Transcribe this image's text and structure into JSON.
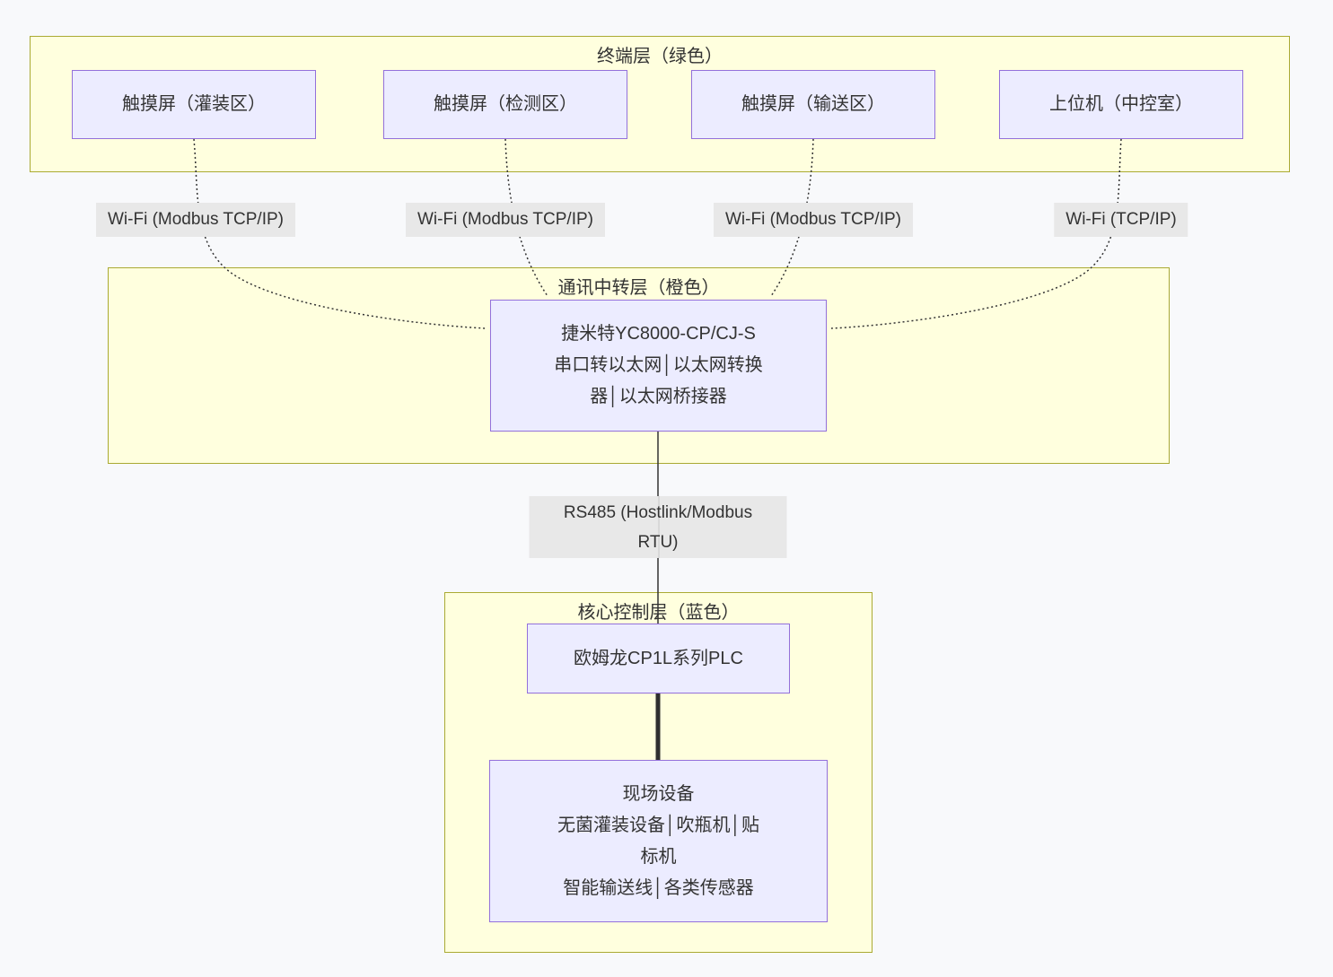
{
  "page": {
    "background": "#f8f9fb"
  },
  "layers": {
    "terminal": {
      "title": "终端层（绿色）"
    },
    "relay": {
      "title": "通讯中转层（橙色）"
    },
    "core": {
      "title": "核心控制层（蓝色）"
    }
  },
  "nodes": {
    "hmi_filling": {
      "label": "触摸屏（灌装区）"
    },
    "hmi_detection": {
      "label": "触摸屏（检测区）"
    },
    "hmi_conveying": {
      "label": "触摸屏（输送区）"
    },
    "host_pc": {
      "label": "上位机（中控室）"
    },
    "converter": {
      "lines": [
        "捷米特YC8000-CP/CJ-S",
        "串口转以太网│以太网转换",
        "器│以太网桥接器"
      ]
    },
    "plc": {
      "label": "欧姆龙CP1L系列PLC"
    },
    "field_devices": {
      "lines": [
        "现场设备",
        "无菌灌装设备│吹瓶机│贴",
        "标机",
        "智能输送线│各类传感器"
      ]
    }
  },
  "edge_labels": {
    "wifi_filling": "Wi-Fi (Modbus TCP/IP)",
    "wifi_detection": "Wi-Fi (Modbus TCP/IP)",
    "wifi_conveying": "Wi-Fi (Modbus TCP/IP)",
    "wifi_host": "Wi-Fi (TCP/IP)",
    "rs485": "RS485 (Hostlink/Modbus RTU)"
  },
  "colors": {
    "cluster_bg": "#ffffde",
    "cluster_border": "#aaaa33",
    "node_bg": "#ececff",
    "node_border": "#9370db",
    "edge_label_bg": "#e8e8e8",
    "edge_color": "#333333",
    "text": "#333333"
  }
}
